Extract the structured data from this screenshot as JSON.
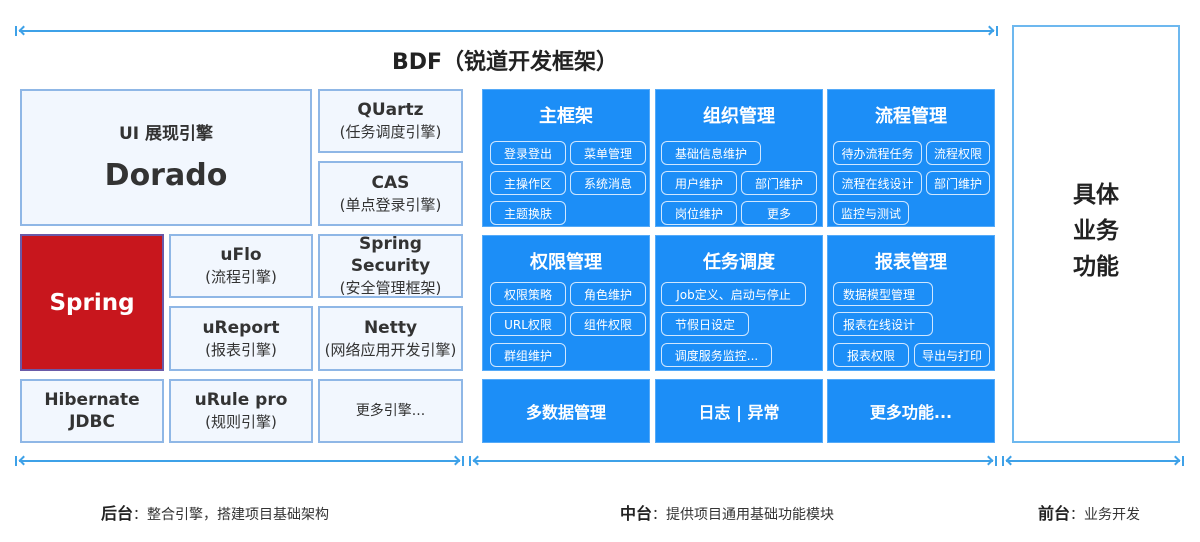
{
  "title": "BDF（锐道开发框架）",
  "backend": {
    "ui_engine": {
      "label": "UI 展现引擎",
      "name": "Dorado"
    },
    "quartz": {
      "name": "QUartz",
      "desc": "(任务调度引擎)"
    },
    "cas": {
      "name": "CAS",
      "desc": "(单点登录引擎)"
    },
    "spring": {
      "name": "Spring"
    },
    "uflo": {
      "name": "uFlo",
      "desc": "(流程引擎)"
    },
    "spring_security": {
      "name": "Spring Security",
      "desc": "(安全管理框架)"
    },
    "ureport": {
      "name": "uReport",
      "desc": "(报表引擎)"
    },
    "netty": {
      "name": "Netty",
      "desc": "(网络应用开发引擎)"
    },
    "hibernate": {
      "line1": "Hibernate",
      "line2": "JDBC"
    },
    "urule": {
      "name": "uRule pro",
      "desc": "(规则引擎)"
    },
    "more": {
      "label": "更多引擎..."
    }
  },
  "middle": {
    "modules": [
      {
        "title": "主框架",
        "items": [
          "登录登出",
          "菜单管理",
          "主操作区",
          "系统消息",
          "主题换肤"
        ]
      },
      {
        "title": "组织管理",
        "items": [
          "基础信息维护",
          "用户维护",
          "部门维护",
          "岗位维护",
          "更多"
        ]
      },
      {
        "title": "流程管理",
        "items": [
          "待办流程任务",
          "流程权限",
          "流程在线设计",
          "部门维护",
          "监控与测试"
        ]
      },
      {
        "title": "权限管理",
        "items": [
          "权限策略",
          "角色维护",
          "URL权限",
          "组件权限",
          "群组维护"
        ]
      },
      {
        "title": "任务调度",
        "items": [
          "Job定义、启动与停止",
          "节假日设定",
          "调度服务监控..."
        ]
      },
      {
        "title": "报表管理",
        "items": [
          "数据模型管理",
          "报表在线设计",
          "报表权限",
          "导出与打印"
        ]
      }
    ],
    "bottom": [
      "多数据管理",
      "日志 | 异常",
      "更多功能..."
    ]
  },
  "frontend": {
    "lines": [
      "具体",
      "业务",
      "功能"
    ]
  },
  "footer": {
    "backend": {
      "label": "后台",
      "desc": "：整合引擎，搭建项目基础架构"
    },
    "middle": {
      "label": "中台",
      "desc": "：提供项目通用基础功能模块"
    },
    "front": {
      "label": "前台",
      "desc": "：业务开发"
    }
  },
  "colors": {
    "accent_blue": "#1c8ef7",
    "spring_red": "#c8161d",
    "arrow": "#3ea1e8",
    "light_box": "#f2f7fe"
  }
}
